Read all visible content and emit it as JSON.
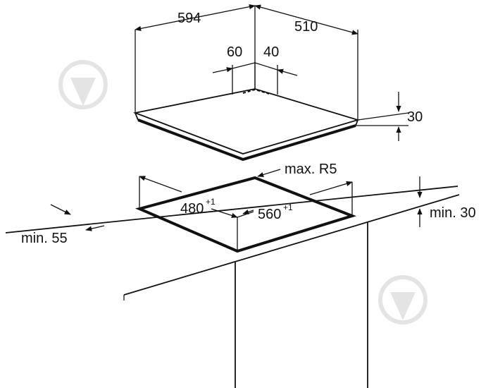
{
  "dimensions": {
    "width": "594",
    "depth": "510",
    "inset_left": "60",
    "inset_right": "40",
    "thickness": "30",
    "corner_radius": "max. R5",
    "cutout_depth": "480",
    "cutout_depth_tol": "+1",
    "cutout_width": "560",
    "cutout_width_tol": "+1",
    "min_front": "min. 55",
    "min_below": "min. 30"
  },
  "watermark": {
    "icon": "droplet-logo-icon",
    "color": "#e6e6e6"
  }
}
